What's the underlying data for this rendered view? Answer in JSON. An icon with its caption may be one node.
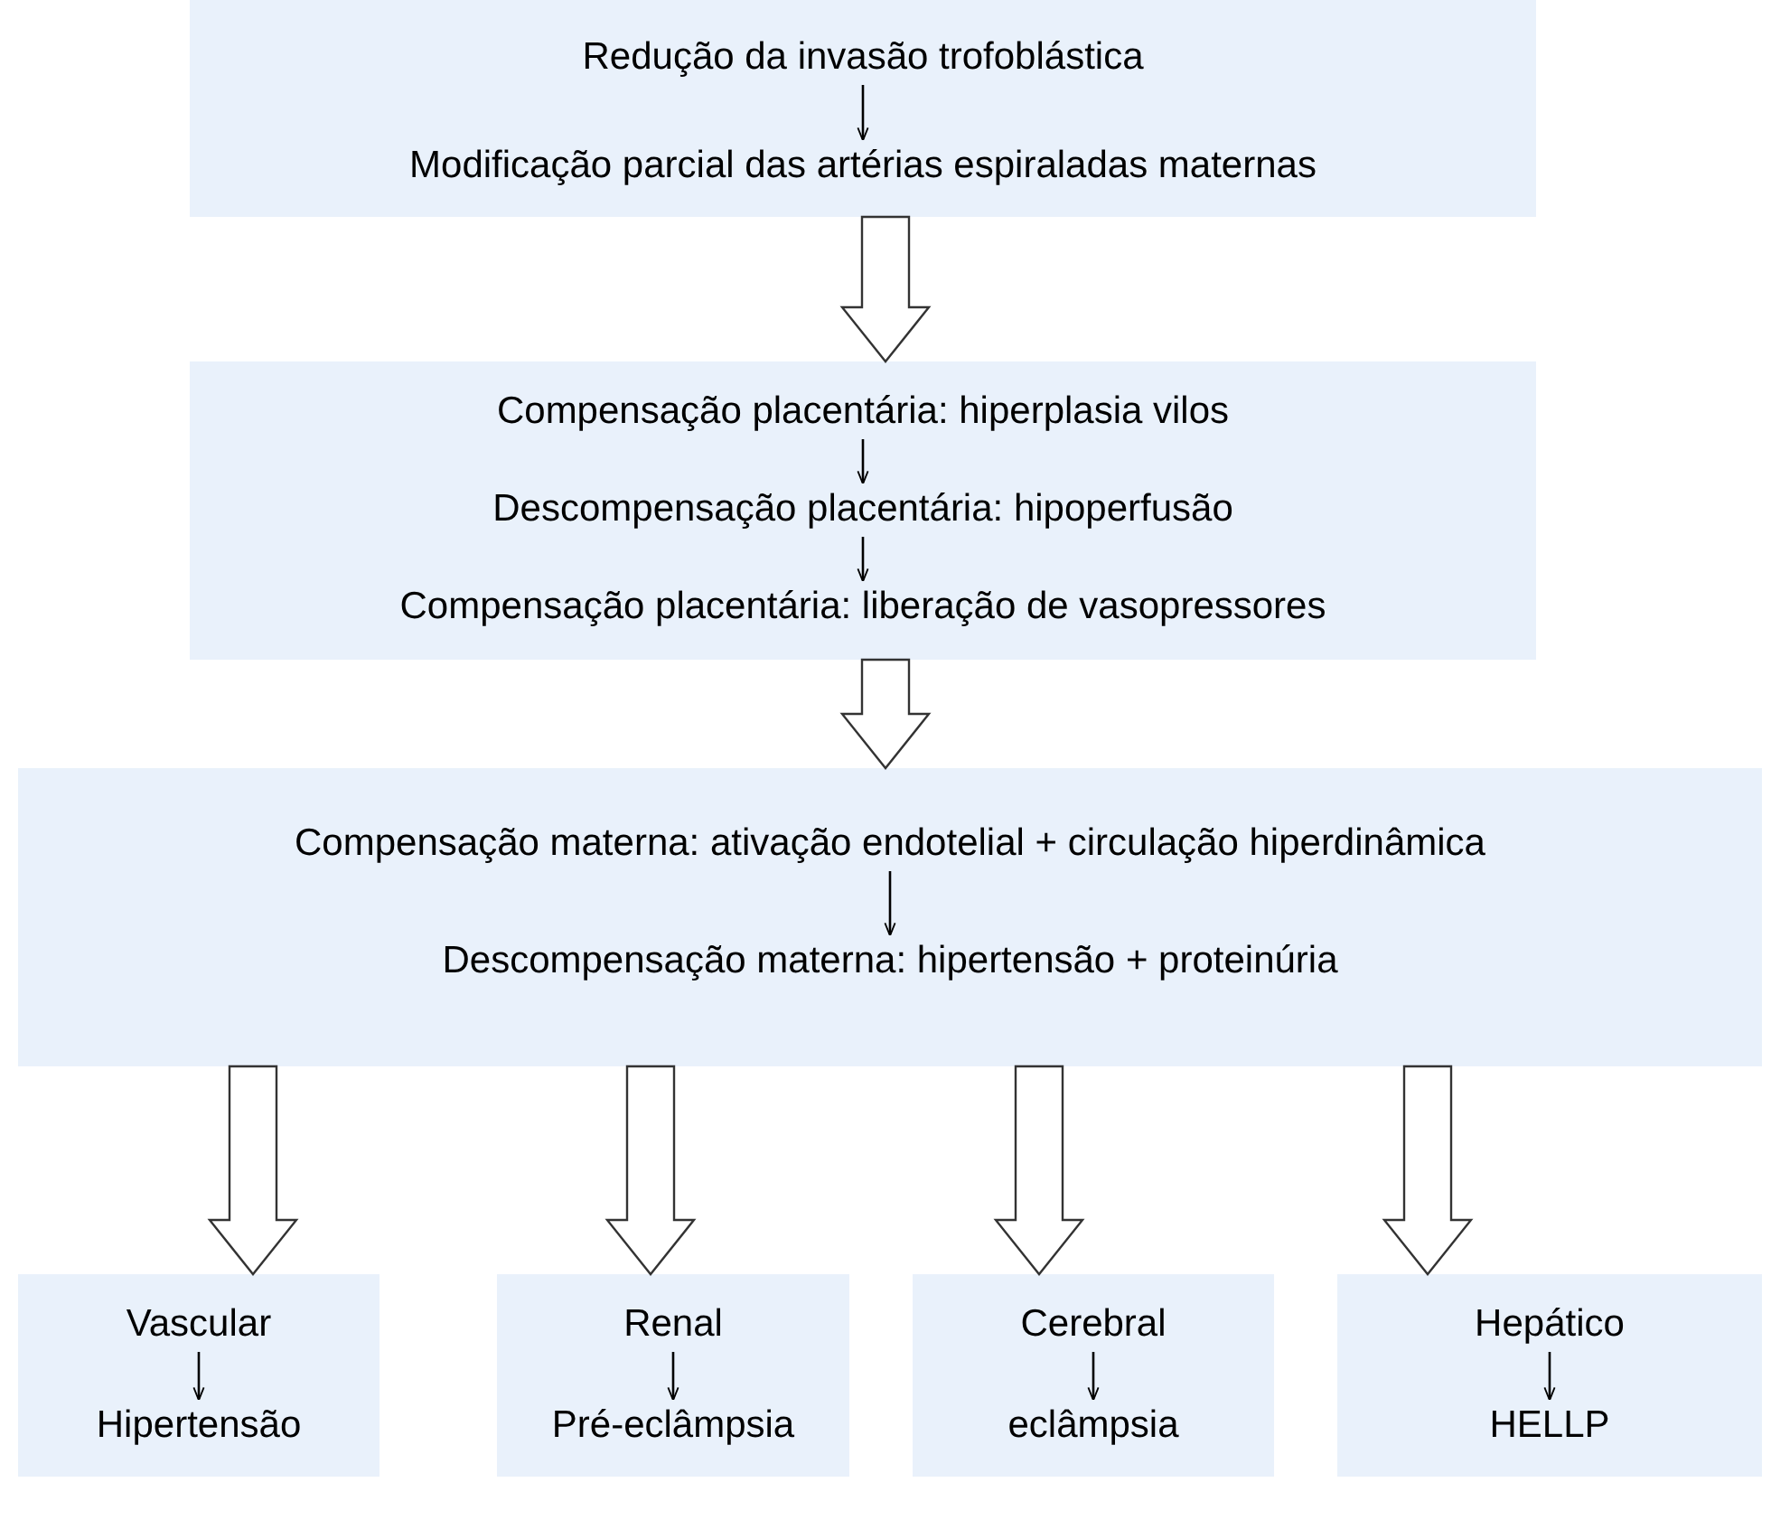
{
  "diagram": {
    "nodes": [
      {
        "text": [],
        "shape": "box"
      },
      {
        "text": [
          "Redução da invasão trofoblástica"
        ],
        "in": 0
      },
      {
        "text": [
          "Modificação parcial das artérias espiraladas maternas"
        ],
        "in": 0
      },
      {
        "text": [],
        "shape": "box"
      },
      {
        "text": [
          "Compensação placentária: hiperplasia vilos"
        ],
        "in": 3
      },
      {
        "text": [
          "Descompensação placentária: hipoperfusão"
        ],
        "in": 3
      },
      {
        "text": [
          "Compensação placentária: liberação de vasopressores"
        ],
        "in": 3
      },
      {
        "text": [],
        "shape": "box"
      },
      {
        "text": [
          "Compensação materna: ativação endotelial + circulação hiperdinâmica"
        ],
        "in": 7
      },
      {
        "text": [
          "Descompensação materna: hipertensão + proteinúria"
        ],
        "in": 7
      },
      {
        "text": [],
        "shape": "box"
      },
      {
        "text": [
          "Vascular"
        ],
        "in": 10
      },
      {
        "text": [
          "Hipertensão"
        ],
        "in": 10
      },
      {
        "text": [],
        "shape": "box"
      },
      {
        "text": [
          "Renal"
        ],
        "in": 13
      },
      {
        "text": [
          "Pré-eclâmpsia"
        ],
        "in": 13
      },
      {
        "text": [],
        "shape": "box"
      },
      {
        "text": [
          "Cerebral"
        ],
        "in": 16
      },
      {
        "text": [
          "eclâmpsia"
        ],
        "in": 16
      },
      {
        "text": [],
        "shape": "box"
      },
      {
        "text": [
          "Hepático"
        ],
        "in": 19
      },
      {
        "text": [
          "HELLP"
        ],
        "in": 19
      }
    ],
    "edges": [
      {
        "from": 1,
        "to": 2,
        "arrow": "to"
      },
      {
        "from": 0,
        "to": 3,
        "arrow": "to"
      },
      {
        "from": 4,
        "to": 5,
        "arrow": "to"
      },
      {
        "from": 5,
        "to": 6,
        "arrow": "to"
      },
      {
        "from": 3,
        "to": 7,
        "arrow": "to"
      },
      {
        "from": 8,
        "to": 9,
        "arrow": "to"
      },
      {
        "from": 7,
        "to": 10,
        "arrow": "to"
      },
      {
        "from": 7,
        "to": 13,
        "arrow": "to"
      },
      {
        "from": 7,
        "to": 16,
        "arrow": "to"
      },
      {
        "from": 7,
        "to": 19,
        "arrow": "to"
      },
      {
        "from": 11,
        "to": 12,
        "arrow": "to"
      },
      {
        "from": 14,
        "to": 15,
        "arrow": "to"
      },
      {
        "from": 17,
        "to": 18,
        "arrow": "to"
      },
      {
        "from": 20,
        "to": 21,
        "arrow": "to"
      }
    ]
  }
}
